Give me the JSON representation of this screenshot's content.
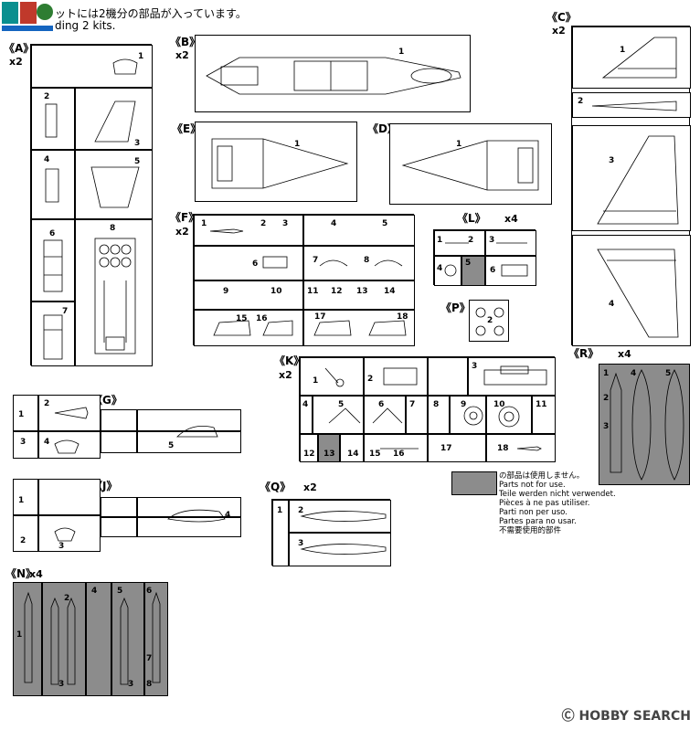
{
  "header": {
    "line1": "ットには2機分の部品が入っています。",
    "line2": "ding 2 kits.",
    "logo_icon": "watermark-logo-icon"
  },
  "sprues": {
    "A": {
      "label": "《A》",
      "mult": "x2",
      "nums": [
        "1",
        "2",
        "3",
        "4",
        "5",
        "6",
        "8",
        "7"
      ]
    },
    "B": {
      "label": "《B》",
      "mult": "x2",
      "nums": [
        "1"
      ]
    },
    "C": {
      "label": "《C》",
      "mult": "x2",
      "nums": [
        "1",
        "2",
        "3",
        "4"
      ]
    },
    "E": {
      "label": "《E》",
      "nums": [
        "1"
      ]
    },
    "D": {
      "label": "《D》",
      "nums": [
        "1"
      ]
    },
    "F": {
      "label": "《F》",
      "mult": "x2",
      "nums": [
        "1",
        "2",
        "3",
        "4",
        "5",
        "6",
        "7",
        "8",
        "9",
        "10",
        "11",
        "12",
        "13",
        "14",
        "15",
        "16",
        "17",
        "18"
      ]
    },
    "L": {
      "label": "《L》",
      "mult": "x4",
      "nums": [
        "1",
        "2",
        "3",
        "4",
        "5",
        "6"
      ]
    },
    "P": {
      "label": "《P》",
      "nums": [
        "2"
      ]
    },
    "R": {
      "label": "《R》",
      "mult": "x4",
      "nums": [
        "1",
        "2",
        "3",
        "4",
        "5"
      ]
    },
    "G": {
      "label": "《G》",
      "nums": [
        "1",
        "2",
        "3",
        "4",
        "5"
      ]
    },
    "K": {
      "label": "《K》",
      "mult": "x2",
      "nums": [
        "1",
        "2",
        "3",
        "4",
        "5",
        "6",
        "7",
        "8",
        "9",
        "10",
        "11",
        "12",
        "13",
        "14",
        "15",
        "16",
        "17",
        "18"
      ]
    },
    "J": {
      "label": "《J》",
      "nums": [
        "1",
        "2",
        "3",
        "4"
      ]
    },
    "Q": {
      "label": "《Q》",
      "mult": "x2",
      "nums": [
        "1",
        "2",
        "3"
      ]
    },
    "N": {
      "label": "《N》",
      "mult": "x4",
      "nums": [
        "2",
        "3",
        "4",
        "5",
        "6",
        "1",
        "3",
        "7",
        "8"
      ]
    }
  },
  "legend": {
    "swatch_color": "#8c8c8c",
    "lines": [
      "の部品は使用しません。",
      "Parts not for use.",
      "Teile werden nicht verwendet.",
      "Pièces à ne pas utiliser.",
      "Parti non per uso.",
      "Partes para no usar.",
      "不需要使用的部件"
    ]
  },
  "footer": {
    "brand": "HOBBY SEARCH",
    "brand_icon": "copyright-circle-icon"
  }
}
